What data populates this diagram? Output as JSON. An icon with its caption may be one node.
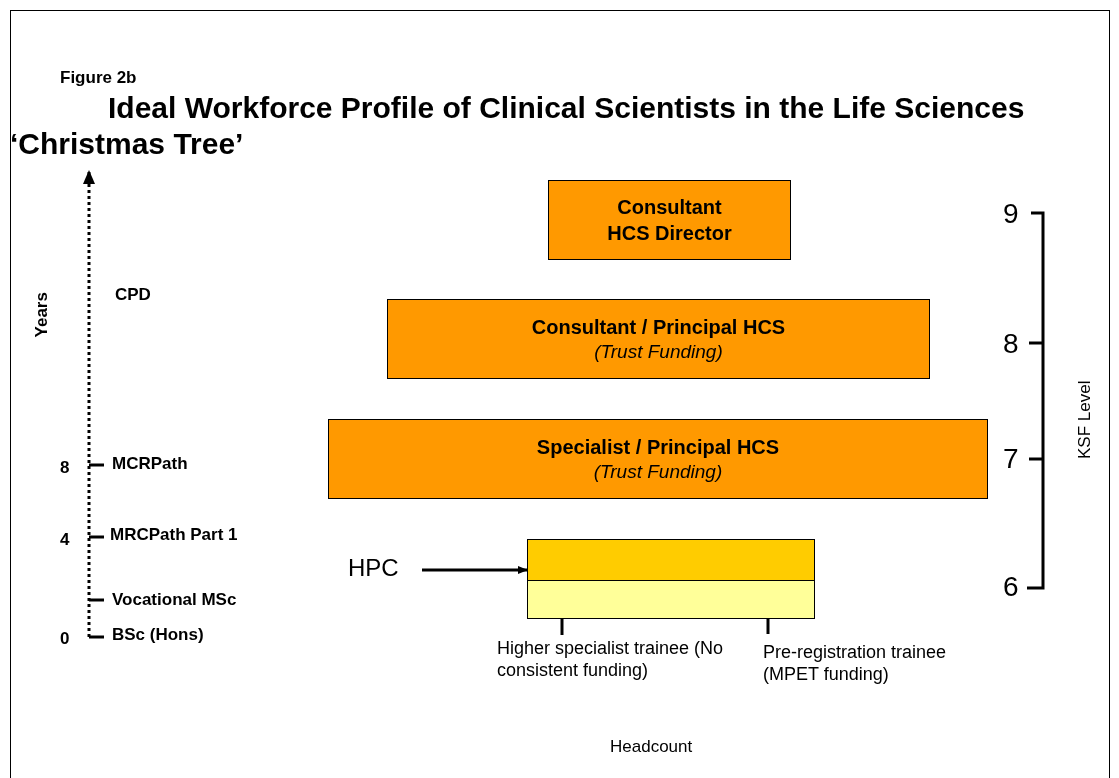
{
  "diagram": {
    "title": "Ideal Workforce Profile of Clinical Scientists in the Life Sciences ‘Christmas Tree’",
    "nodes": [
      {
        "text": [
          "Consultant HCS Director"
        ]
      },
      {
        "text": [
          "Consultant / Principal HCS",
          "(Trust Funding)"
        ]
      },
      {
        "text": [
          "Specialist / Principal HCS",
          "(Trust Funding)"
        ]
      },
      {
        "text": [
          "HPC"
        ]
      },
      {
        "text": [],
        "shape": "bar"
      },
      {
        "text": [],
        "shape": "bar"
      },
      {
        "text": [
          "Higher specialist trainee (No consistent funding)"
        ]
      },
      {
        "text": [
          "Pre-registration trainee (MPET funding)"
        ]
      }
    ],
    "edges": [
      {
        "from": 3,
        "to": 4,
        "arrow": "to"
      },
      {
        "from": 6,
        "to": 4,
        "arrow": "none"
      },
      {
        "from": 7,
        "to": 5,
        "arrow": "none"
      }
    ],
    "labels": [
      "Figure 2b",
      "Years",
      "CPD",
      "9",
      "8",
      "KSF Level",
      "7",
      "8",
      "MCRPath",
      "4",
      "MRCPath Part 1",
      "6",
      "Vocational MSc",
      "0",
      "BSc (Hons)",
      "Headcount"
    ]
  }
}
